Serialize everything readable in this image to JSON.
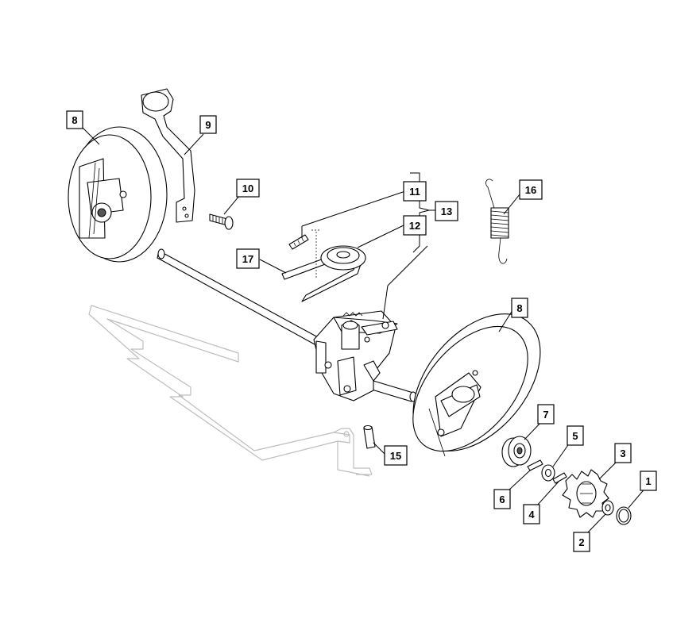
{
  "callouts": [
    {
      "id": "c1",
      "label": "1"
    },
    {
      "id": "c2",
      "label": "2"
    },
    {
      "id": "c3",
      "label": "3"
    },
    {
      "id": "c4",
      "label": "4"
    },
    {
      "id": "c5",
      "label": "5"
    },
    {
      "id": "c6",
      "label": "6"
    },
    {
      "id": "c7",
      "label": "7"
    },
    {
      "id": "c8a",
      "label": "8"
    },
    {
      "id": "c8b",
      "label": "8"
    },
    {
      "id": "c9",
      "label": "9"
    },
    {
      "id": "c10",
      "label": "10"
    },
    {
      "id": "c11",
      "label": "11"
    },
    {
      "id": "c12",
      "label": "12"
    },
    {
      "id": "c13",
      "label": "13"
    },
    {
      "id": "c15",
      "label": "15"
    },
    {
      "id": "c16",
      "label": "16"
    },
    {
      "id": "c17",
      "label": "17"
    }
  ]
}
